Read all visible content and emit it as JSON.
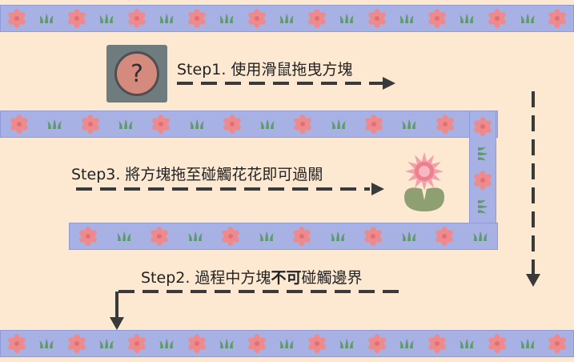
{
  "steps": {
    "step1": "Step1. 使用滑鼠拖曳方塊",
    "step2_prefix": "Step2. 過程中方塊",
    "step2_bold": "不可",
    "step2_suffix": "碰觸邊界",
    "step3": "Step3.  將方塊拖至碰觸花花即可過關"
  },
  "block_symbol": "?",
  "colors": {
    "background": "#fde9d2",
    "wall": "#a7b1e3",
    "flower_pink": "#ee8a8c",
    "leaf_green": "#5f9a6a",
    "arrow": "#3a3a3a"
  },
  "icons": [
    "question-block-icon",
    "flower-goal-icon",
    "wall-flower-icon",
    "wall-grass-icon"
  ]
}
